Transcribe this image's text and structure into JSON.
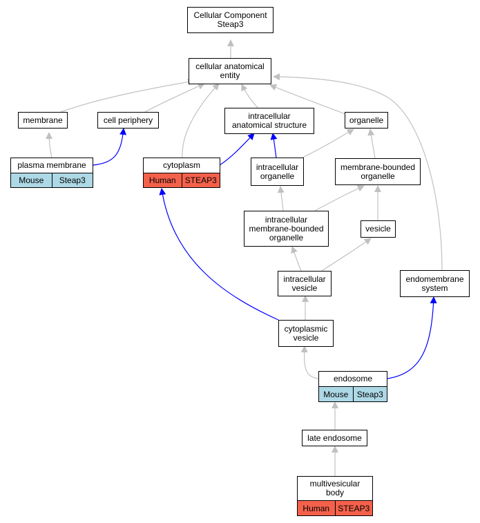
{
  "diagram": {
    "root": {
      "line1": "Cellular Component",
      "line2": "Steap3"
    },
    "cellular_anatomical_entity": {
      "line1": "cellular anatomical",
      "line2": "entity"
    },
    "membrane": {
      "label": "membrane"
    },
    "cell_periphery": {
      "label": "cell periphery"
    },
    "intracellular_anatomical_structure": {
      "line1": "intracellular",
      "line2": "anatomical structure"
    },
    "organelle": {
      "label": "organelle"
    },
    "plasma_membrane": {
      "label": "plasma membrane",
      "species": "Mouse",
      "gene": "Steap3"
    },
    "cytoplasm": {
      "label": "cytoplasm",
      "species": "Human",
      "gene": "STEAP3"
    },
    "intracellular_organelle": {
      "line1": "intracellular",
      "line2": "organelle"
    },
    "membrane_bounded_organelle": {
      "line1": "membrane-bounded",
      "line2": "organelle"
    },
    "intracellular_membrane_bounded_organelle": {
      "line1": "intracellular",
      "line2": "membrane-bounded",
      "line3": "organelle"
    },
    "vesicle": {
      "label": "vesicle"
    },
    "intracellular_vesicle": {
      "line1": "intracellular",
      "line2": "vesicle"
    },
    "endomembrane_system": {
      "line1": "endomembrane",
      "line2": "system"
    },
    "cytoplasmic_vesicle": {
      "line1": "cytoplasmic",
      "line2": "vesicle"
    },
    "endosome": {
      "label": "endosome",
      "species": "Mouse",
      "gene": "Steap3"
    },
    "late_endosome": {
      "label": "late endosome"
    },
    "multivesicular_body": {
      "line1": "multivesicular",
      "line2": "body",
      "species": "Human",
      "gene": "STEAP3"
    }
  },
  "colors": {
    "mouse_tag": "#add8e6",
    "human_tag": "#f4614b",
    "is_a_edge": "#c0c0c0",
    "part_of_edge": "#0000ff",
    "border": "#000000"
  }
}
